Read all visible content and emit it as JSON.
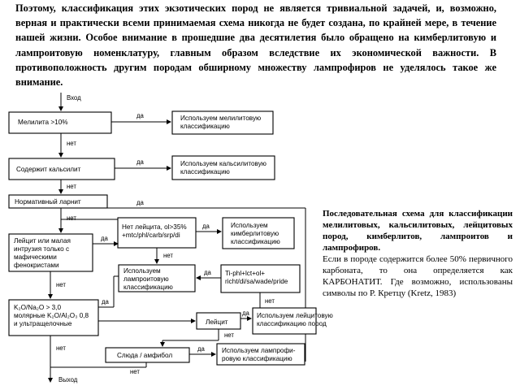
{
  "intro_text": "Поэтому, классификация этих экзотических пород не является тривиальной задачей, и, возможно, верная и практически всеми принимаемая схема никогда не будет создана, по крайней мере, в течение нашей жизни. Особое внимание в прошедшие два десятилетия было обращено на кимберлитовую и лампроитовую номенклатуру, главным образом вследствие их экономической важности. В противоположность другим породам обширному множеству лампрофиров не уделялось такое же внимание.",
  "flowchart": {
    "entry_label": "Вход",
    "exit_label": "Выход",
    "yes_label": "да",
    "no_label": "нет",
    "boxes": {
      "melilite": [
        "Мелилита >10%"
      ],
      "melilite_class": [
        "Используем мелилитовую",
        "классификацию"
      ],
      "kalsilite": [
        "Содержит кальсилит"
      ],
      "kalsilite_class": [
        "Используем кальсилитовую",
        "классификацию"
      ],
      "normative_larnite": [
        "Нормативный ларнит"
      ],
      "leucite_question": [
        "Нет лейцита, ol>35%",
        "+mtc/phl/carb/srp/di"
      ],
      "kimberlite_class": [
        "Используем",
        "кимберлитовую",
        "классификацию"
      ],
      "leucite_intrusion": [
        "Лейцит или малая",
        "интрузия только с",
        "мафическими",
        "фенокристами"
      ],
      "lamproite_class": [
        "Используем",
        "лампроитовую",
        "классификацию"
      ],
      "ti_phl": [
        "Ti-phl+lct+ol+",
        "richt/di/sa/wade/pride"
      ],
      "k2o": [
        "K₂O/Na₂O > 3,0",
        "молярные K₂O/Al₂O₃ 0,8",
        "и ультращелочные"
      ],
      "leucite": [
        "Лейцит"
      ],
      "leucite_class": [
        "Используем лейцитовую",
        "классификацию пород"
      ],
      "mica": [
        "Слюда / амфибол"
      ],
      "lamprophyre_class": [
        "Используем лампрофи-",
        "ровую классификацию"
      ]
    }
  },
  "caption": {
    "title": "Последовательная схема для классификации мелилитовых, кальсилитовых, лейцитовых пород, кимберлитов, лампроитов и лампрофиров.",
    "body": "Если в породе содержится более 50% первичного карбоната, то она определяется как КАРБОНАТИТ. Где возможно, использованы символы по Р. Кретцу (Kretz, 1983)"
  }
}
